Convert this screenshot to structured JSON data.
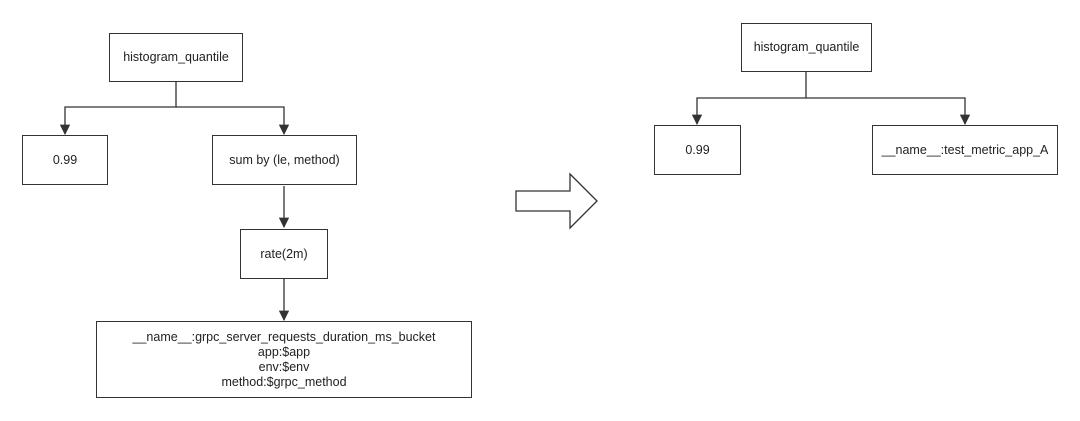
{
  "left_tree": {
    "root": "histogram_quantile",
    "quantile": "0.99",
    "sum_by": "sum by (le, method)",
    "rate": "rate(2m)",
    "selector_lines": [
      "__name__:grpc_server_requests_duration_ms_bucket",
      "app:$app",
      "env:$env",
      "method:$grpc_method"
    ]
  },
  "transform_arrow": {
    "icon": "right-outline-arrow-icon"
  },
  "right_tree": {
    "root": "histogram_quantile",
    "quantile": "0.99",
    "selector": "__name__:test_metric_app_A"
  },
  "colors": {
    "line": "#333333",
    "box_fill": "#ffffff",
    "background": "#ffffff"
  }
}
